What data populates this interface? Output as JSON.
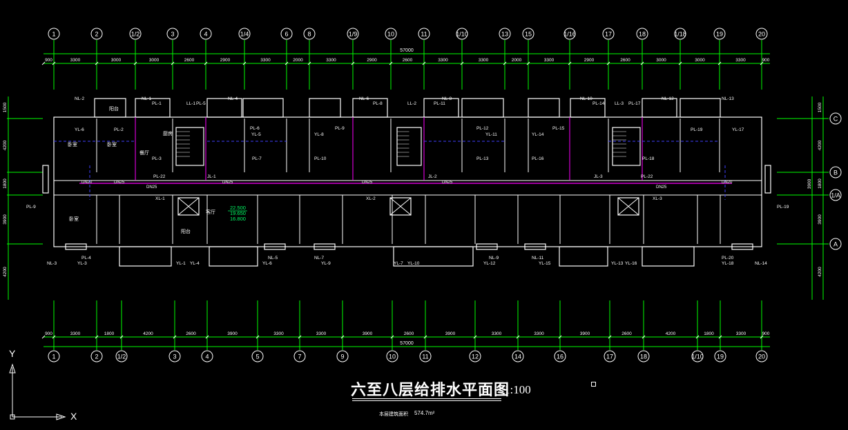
{
  "drawing": {
    "title": "六至八层给排水平面图",
    "scale": "1:100",
    "area_label": "本层建筑面积",
    "area_value": "574.7m²"
  },
  "colors": {
    "background": "#000000",
    "grid": "#00ff00",
    "walls": "#ffffff",
    "pipes": "#ff00ff",
    "labels": "#ffffff",
    "elevation": "#00ff66",
    "dashed": "#4040ff"
  },
  "top_axes": [
    "1",
    "2",
    "1/2",
    "3",
    "4",
    "1/4",
    "6",
    "8",
    "1/9",
    "10",
    "11",
    "1/10",
    "13",
    "15",
    "1/16",
    "17",
    "18",
    "1/18",
    "19",
    "20"
  ],
  "top_dims": [
    "900",
    "3300",
    "3000",
    "3000",
    "2600",
    "2900",
    "3300",
    "2000",
    "3300",
    "2900",
    "2600",
    "3300",
    "3300",
    "2000",
    "3300",
    "2900",
    "2600",
    "3000",
    "3000",
    "3300",
    "900"
  ],
  "top_total": "57000",
  "bottom_axes": [
    "1",
    "2",
    "1/2",
    "3",
    "4",
    "5",
    "7",
    "9",
    "10",
    "11",
    "12",
    "14",
    "16",
    "17",
    "18",
    "1/10",
    "19",
    "20"
  ],
  "bottom_dims": [
    "900",
    "3300",
    "1800",
    "4200",
    "2600",
    "3900",
    "3300",
    "3300",
    "3900",
    "2600",
    "3900",
    "3300",
    "3300",
    "3900",
    "2600",
    "4200",
    "1800",
    "3300",
    "900"
  ],
  "bottom_total": "57000",
  "right_axes": [
    "C",
    "B",
    "1/A",
    "A"
  ],
  "left_dims": [
    "1500",
    "4200",
    "1800",
    "3900",
    "4200"
  ],
  "right_dims": [
    "1500",
    "4200",
    "1800",
    "3900",
    "4200",
    "3900"
  ],
  "elevations": [
    "22.500",
    "19.650",
    "16.800"
  ],
  "pipe_tags": [
    "NL-2",
    "NL-1",
    "PL-1",
    "LL-1",
    "PL-5",
    "NL-4",
    "NL-6",
    "PL-8",
    "LL-2",
    "PL-11",
    "NL-8",
    "NL-10",
    "PL-14",
    "LL-3",
    "PL-17",
    "NL-12",
    "NL-13",
    "YL-6",
    "PL-2",
    "PL-6",
    "YL-5",
    "YL-8",
    "PL-9",
    "PL-12",
    "YL-11",
    "YL-14",
    "PL-15",
    "PL-19",
    "YL-17",
    "PL-3",
    "PL-7",
    "PL-10",
    "PL-13",
    "PL-16",
    "PL-18",
    "PL-22",
    "JL-1",
    "JL-2",
    "JL-3",
    "PL-22",
    "XL-1",
    "XL-2",
    "XL-3",
    "PL-9",
    "PL-19",
    "NL-3",
    "YL-3",
    "PL-4",
    "YL-1",
    "YL-4",
    "NL-5",
    "YL-6",
    "NL-7",
    "YL-9",
    "YL-7",
    "YL-10",
    "NL-9",
    "YL-12",
    "NL-11",
    "YL-15",
    "YL-13",
    "YL-16",
    "PL-20",
    "YL-18",
    "NL-14"
  ],
  "pipe_sizes": [
    "DN20",
    "DN25",
    "DN25",
    "DN25",
    "DN25",
    "DN25",
    "DN25",
    "DN20"
  ],
  "room_labels": [
    "阳台",
    "卧室",
    "卧室",
    "厨房",
    "餐厅",
    "客厅",
    "阳台",
    "卧室"
  ],
  "ucs": {
    "y": "Y",
    "x": "X"
  }
}
